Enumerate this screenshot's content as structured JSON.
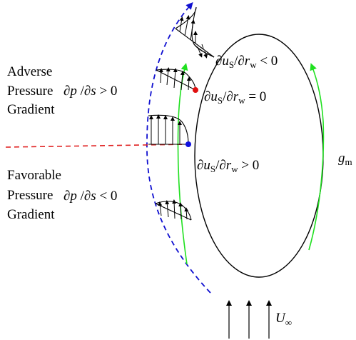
{
  "labels": {
    "adverse": [
      "Adverse",
      "Pressure",
      "Gradient"
    ],
    "favorable": [
      "Favorable",
      "Pressure",
      "Gradient"
    ],
    "dpds_pos": {
      "num": "∂p",
      "slash": " /",
      "den": "∂s",
      "rel": " > 0"
    },
    "dpds_neg": {
      "num": "∂p",
      "slash": " /",
      "den": "∂s",
      "rel": " < 0"
    },
    "du_lt": {
      "d": "∂u",
      "sub_s": "S",
      "slash": "/",
      "dr": "∂r",
      "sub_w": "w",
      "rel": " < 0"
    },
    "du_eq": {
      "d": "∂u",
      "sub_s": "S",
      "slash": "/",
      "dr": "∂r",
      "sub_w": "w",
      "rel": " = 0"
    },
    "du_gt": {
      "d": "∂u",
      "sub_s": "S",
      "slash": "/",
      "dr": "∂r",
      "sub_w": "w",
      "rel": " > 0"
    },
    "g_m": {
      "base": "g",
      "sub": "m"
    },
    "U_inf": {
      "base": "U",
      "sub": "∞"
    }
  },
  "colors": {
    "outline": "#000000",
    "streamline": "#1010d0",
    "stagnation_line": "#e02020",
    "circulation": "#20e020",
    "separation_point": "#e01010",
    "stagnation_point": "#1010e0"
  }
}
